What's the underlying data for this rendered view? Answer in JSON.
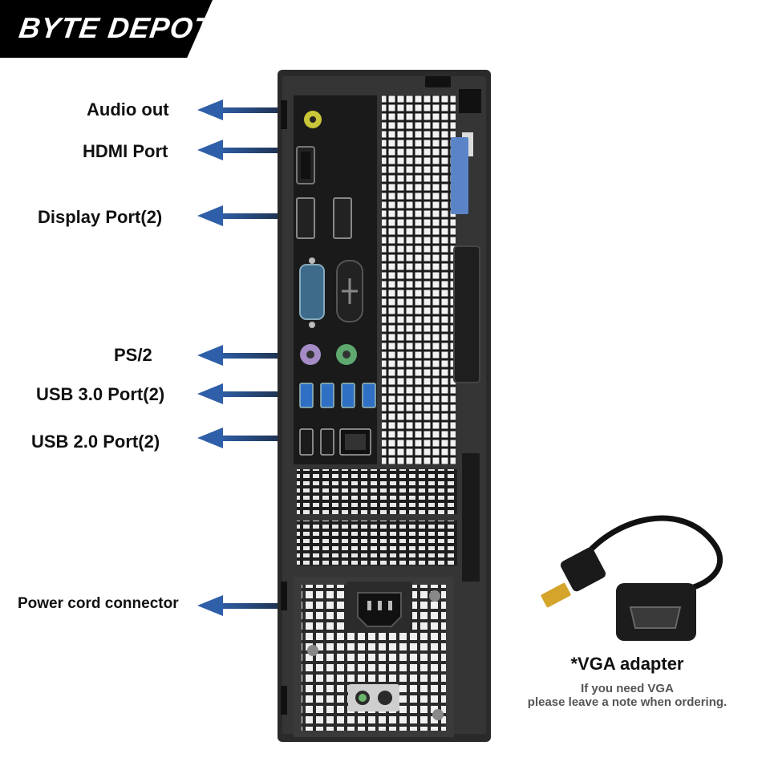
{
  "brand": {
    "name": "BYTE DEPOT"
  },
  "callouts": [
    {
      "label": "Audio out"
    },
    {
      "label": "HDMI Port"
    },
    {
      "label": "Display Port(2)"
    },
    {
      "label": "PS/2"
    },
    {
      "label": "USB 3.0 Port(2)"
    },
    {
      "label": "USB 2.0 Port(2)"
    },
    {
      "label": "Power cord connector"
    }
  ],
  "adapter": {
    "title": "*VGA adapter",
    "note_line1": "If you need VGA",
    "note_line2": "please leave a note when ordering."
  },
  "colors": {
    "arrow": "#2f5fa8",
    "chassis": "#2a2a2a",
    "banner": "#000000"
  }
}
